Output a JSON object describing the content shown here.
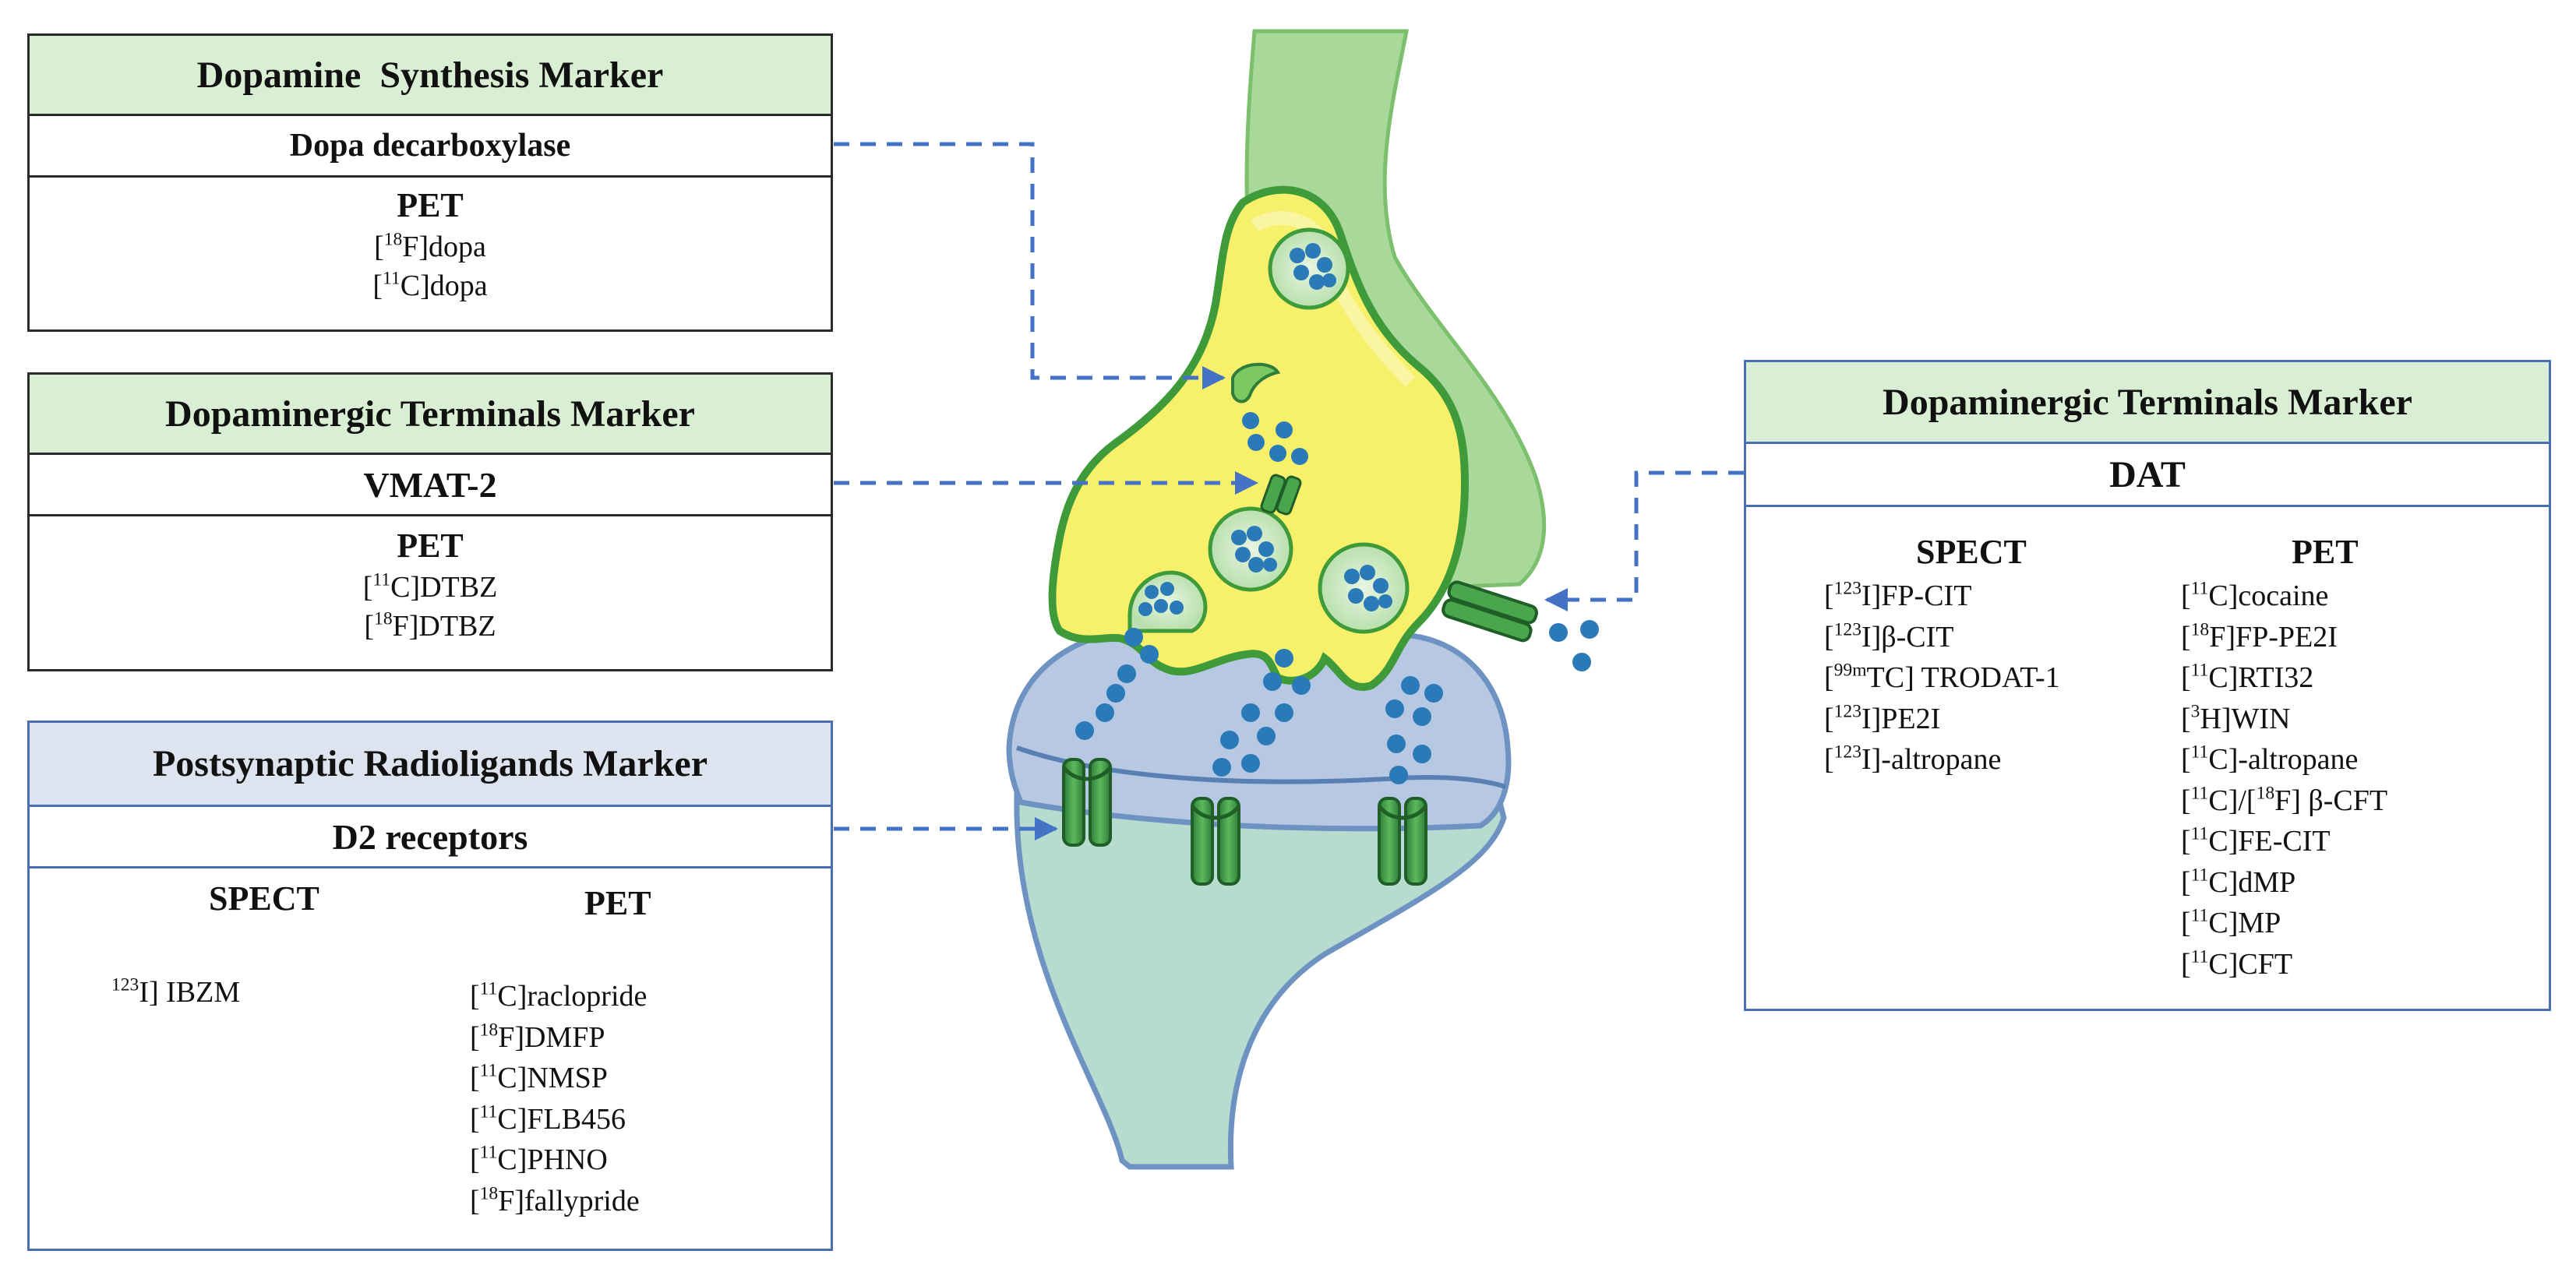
{
  "synthesis": {
    "title": "Dopamine  Synthesis Marker",
    "target": "Dopa decarboxylase",
    "method": "PET",
    "ligands": [
      {
        "pre": "[",
        "sup": "18",
        "post": "F]dopa"
      },
      {
        "pre": "[",
        "sup": "11",
        "post": "C]dopa"
      }
    ]
  },
  "terminals_left": {
    "title": "Dopaminergic Terminals Marker",
    "target": "VMAT-2",
    "method": "PET",
    "ligands": [
      {
        "pre": "[",
        "sup": "11",
        "post": "C]DTBZ"
      },
      {
        "pre": "[",
        "sup": "18",
        "post": "F]DTBZ"
      }
    ]
  },
  "postsynaptic": {
    "title": "Postsynaptic Radioligands Marker",
    "target": "D2 receptors",
    "spect_label": "SPECT",
    "pet_label": "PET",
    "spect": [
      {
        "pre": "",
        "sup": "123",
        "post": "I] IBZM"
      }
    ],
    "pet": [
      {
        "pre": "[",
        "sup": "11",
        "post": "C]raclopride"
      },
      {
        "pre": "[",
        "sup": "18",
        "post": "F]DMFP"
      },
      {
        "pre": "[",
        "sup": "11",
        "post": "C]NMSP"
      },
      {
        "pre": "[",
        "sup": "11",
        "post": "C]FLB456"
      },
      {
        "pre": "[",
        "sup": "11",
        "post": "C]PHNO"
      },
      {
        "pre": "[",
        "sup": "18",
        "post": "F]fallypride"
      }
    ]
  },
  "terminals_right": {
    "title": "Dopaminergic Terminals Marker",
    "target": "DAT",
    "spect_label": "SPECT",
    "pet_label": "PET",
    "spect": [
      {
        "pre": "[",
        "sup": "123",
        "post": "I]FP-CIT"
      },
      {
        "pre": "[",
        "sup": "123",
        "post": "I]β-CIT"
      },
      {
        "pre": "[",
        "sup": "99m",
        "post": "TC] TRODAT-1"
      },
      {
        "pre": "[",
        "sup": "123",
        "post": "I]PE2I"
      },
      {
        "pre": "[",
        "sup": "123",
        "post": "I]-altropane"
      }
    ],
    "pet": [
      {
        "pre": "[",
        "sup": "11",
        "post": "C]cocaine"
      },
      {
        "pre": "[",
        "sup": "18",
        "post": "F]FP-PE2I"
      },
      {
        "pre": "[",
        "sup": "11",
        "post": "C]RTI32"
      },
      {
        "pre": "[",
        "sup": "3",
        "post": "H]WIN"
      },
      {
        "pre": "[",
        "sup": "11",
        "post": "C]-altropane"
      },
      {
        "pre": "[",
        "sup": "11",
        "post": "C]/[",
        "sup2": "18",
        "post2": "F] β-CFT"
      },
      {
        "pre": "[",
        "sup": "11",
        "post": "C]FE-CIT"
      },
      {
        "pre": "[",
        "sup": "11",
        "post": "C]dMP"
      },
      {
        "pre": "[",
        "sup": "11",
        "post": "C]MP"
      },
      {
        "pre": "[",
        "sup": "11",
        "post": "C]CFT"
      }
    ]
  },
  "colors": {
    "axon_green": "#a8d89a",
    "membrane_green": "#3f9a3a",
    "terminal_yellow": "#f7f06a",
    "postsynaptic_blue": "#b7c8e2",
    "dendrite_teal": "#b6dcd0",
    "dopamine_blue": "#2a7ab8",
    "arrow_blue": "#4472c4"
  }
}
